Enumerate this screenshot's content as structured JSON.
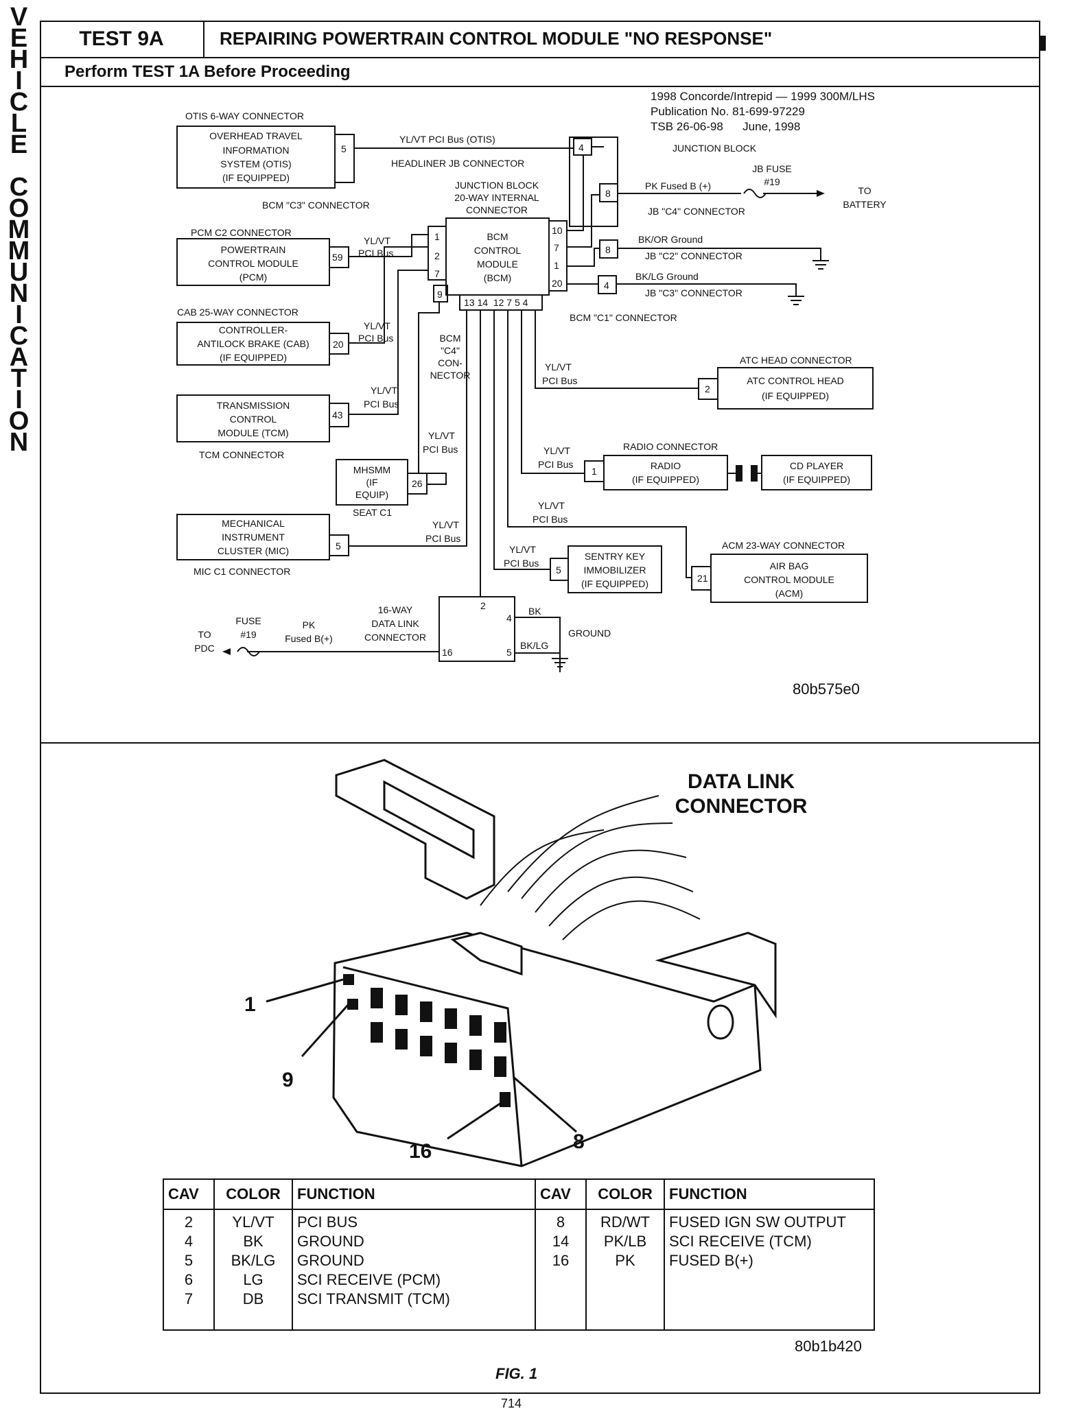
{
  "side_title": [
    "V",
    "E",
    "H",
    "I",
    "C",
    "L",
    "E",
    "",
    "C",
    "O",
    "M",
    "M",
    "U",
    "N",
    "I",
    "C",
    "A",
    "T",
    "I",
    "O",
    "N"
  ],
  "header": {
    "test_no": "TEST 9A",
    "title": "REPAIRING POWERTRAIN CONTROL MODULE \"NO RESPONSE\"",
    "subtitle": "Perform TEST 1A Before Proceeding"
  },
  "publication": {
    "line1": "1998 Concorde/Intrepid — 1999 300M/LHS",
    "line2": "Publication No. 81-699-97229",
    "line3": "TSB 26-06-98      June, 1998"
  },
  "diagram": {
    "otis_conn": "OTIS 6-WAY CONNECTOR",
    "otis": [
      "OVERHEAD TRAVEL",
      "INFORMATION",
      "SYSTEM (OTIS)",
      "(IF EQUIPPED)"
    ],
    "otis_pin": "5",
    "otis_wire": "YL/VT PCI Bus (OTIS)",
    "headliner": "HEADLINER JB CONNECTOR",
    "jb_label": "JUNCTION BLOCK",
    "jb_pin4": "4",
    "jb_internal": [
      "JUNCTION BLOCK",
      "20-WAY INTERNAL",
      "CONNECTOR"
    ],
    "bcm_c3": "BCM \"C3\" CONNECTOR",
    "jb_fuse": [
      "JB FUSE",
      "#19"
    ],
    "pk_fused": "PK Fused B (+)",
    "to_battery": [
      "TO",
      "BATTERY"
    ],
    "jb_c4": "JB \"C4\" CONNECTOR",
    "jb_pin8a": "8",
    "pcm_conn": "PCM C2 CONNECTOR",
    "pcm": [
      "POWERTRAIN",
      "CONTROL MODULE",
      "(PCM)"
    ],
    "pcm_pin": "59",
    "ylvt": "YL/VT",
    "pci_bus": "PCI Bus",
    "bcm": [
      "BCM",
      "CONTROL",
      "MODULE",
      "(BCM)"
    ],
    "bcm_left_pins": [
      "1",
      "2",
      "7",
      "9"
    ],
    "bcm_right_pins": [
      "10",
      "7",
      "1",
      "20"
    ],
    "bcm_bottom_pins": "13 14  12 7 5 4",
    "bkor": "BK/OR Ground",
    "jb_c2": "JB \"C2\" CONNECTOR",
    "jb_pin8b": "8",
    "bklg_gnd": "BK/LG Ground",
    "jb_c3": "JB \"C3\" CONNECTOR",
    "jb_pin4b": "4",
    "bcm_c1": "BCM \"C1\" CONNECTOR",
    "cab_conn": "CAB 25-WAY CONNECTOR",
    "cab": [
      "CONTROLLER-",
      "ANTILOCK BRAKE (CAB)",
      "(IF EQUIPPED)"
    ],
    "cab_pin": "20",
    "bcm_c4": [
      "BCM",
      "\"C4\"",
      "CON-",
      "NECTOR"
    ],
    "atc_conn": "ATC HEAD CONNECTOR",
    "atc": [
      "ATC CONTROL HEAD",
      "(IF EQUIPPED)"
    ],
    "atc_pin": "2",
    "tcm": [
      "TRANSMISSION",
      "CONTROL",
      "MODULE (TCM)"
    ],
    "tcm_pin": "43",
    "tcm_conn": "TCM CONNECTOR",
    "radio_conn": "RADIO CONNECTOR",
    "radio": [
      "RADIO",
      "(IF EQUIPPED)"
    ],
    "radio_pin": "1",
    "cd": [
      "CD PLAYER",
      "(IF EQUIPPED)"
    ],
    "mhsmm": [
      "MHSMM",
      "(IF",
      "EQUIP)"
    ],
    "mhsmm_pin": "26",
    "seat_c1": "SEAT C1",
    "mic": [
      "MECHANICAL",
      "INSTRUMENT",
      "CLUSTER (MIC)"
    ],
    "mic_pin": "5",
    "mic_conn": "MIC C1 CONNECTOR",
    "acm_conn": "ACM 23-WAY CONNECTOR",
    "acm": [
      "AIR BAG",
      "CONTROL MODULE",
      "(ACM)"
    ],
    "acm_pin": "21",
    "sentry": [
      "SENTRY KEY",
      "IMMOBILIZER",
      "(IF EQUIPPED)"
    ],
    "sentry_pin": "5",
    "dlc16": [
      "16-WAY",
      "DATA LINK",
      "CONNECTOR"
    ],
    "dlc_pins": [
      "2",
      "4",
      "5",
      "16"
    ],
    "bk": "BK",
    "bklg": "BK/LG",
    "ground": "GROUND",
    "to_pdc": [
      "TO",
      "PDC"
    ],
    "fuse19": [
      "FUSE",
      "#19"
    ],
    "pk": "PK",
    "fusedb": "Fused B(+)"
  },
  "code_top": "80b575e0",
  "dlc_title": [
    "DATA LINK",
    "CONNECTOR"
  ],
  "callouts": {
    "c1": "1",
    "c9": "9",
    "c16": "16",
    "c8": "8"
  },
  "table": {
    "headers": [
      "CAV",
      "COLOR",
      "FUNCTION",
      "CAV",
      "COLOR",
      "FUNCTION"
    ],
    "left": {
      "cav": [
        "2",
        "4",
        "5",
        "6",
        "7"
      ],
      "color": [
        "YL/VT",
        "BK",
        "BK/LG",
        "LG",
        "DB"
      ],
      "function": [
        "PCI BUS",
        "GROUND",
        "GROUND",
        "SCI RECEIVE (PCM)",
        "SCI TRANSMIT (TCM)"
      ]
    },
    "right": {
      "cav": [
        "8",
        "14",
        "16"
      ],
      "color": [
        "RD/WT",
        "PK/LB",
        "PK"
      ],
      "function": [
        "FUSED IGN SW OUTPUT",
        "SCI RECEIVE (TCM)",
        "FUSED B(+)"
      ]
    }
  },
  "code_bottom": "80b1b420",
  "fig_label": "FIG. 1",
  "page_no": "714"
}
